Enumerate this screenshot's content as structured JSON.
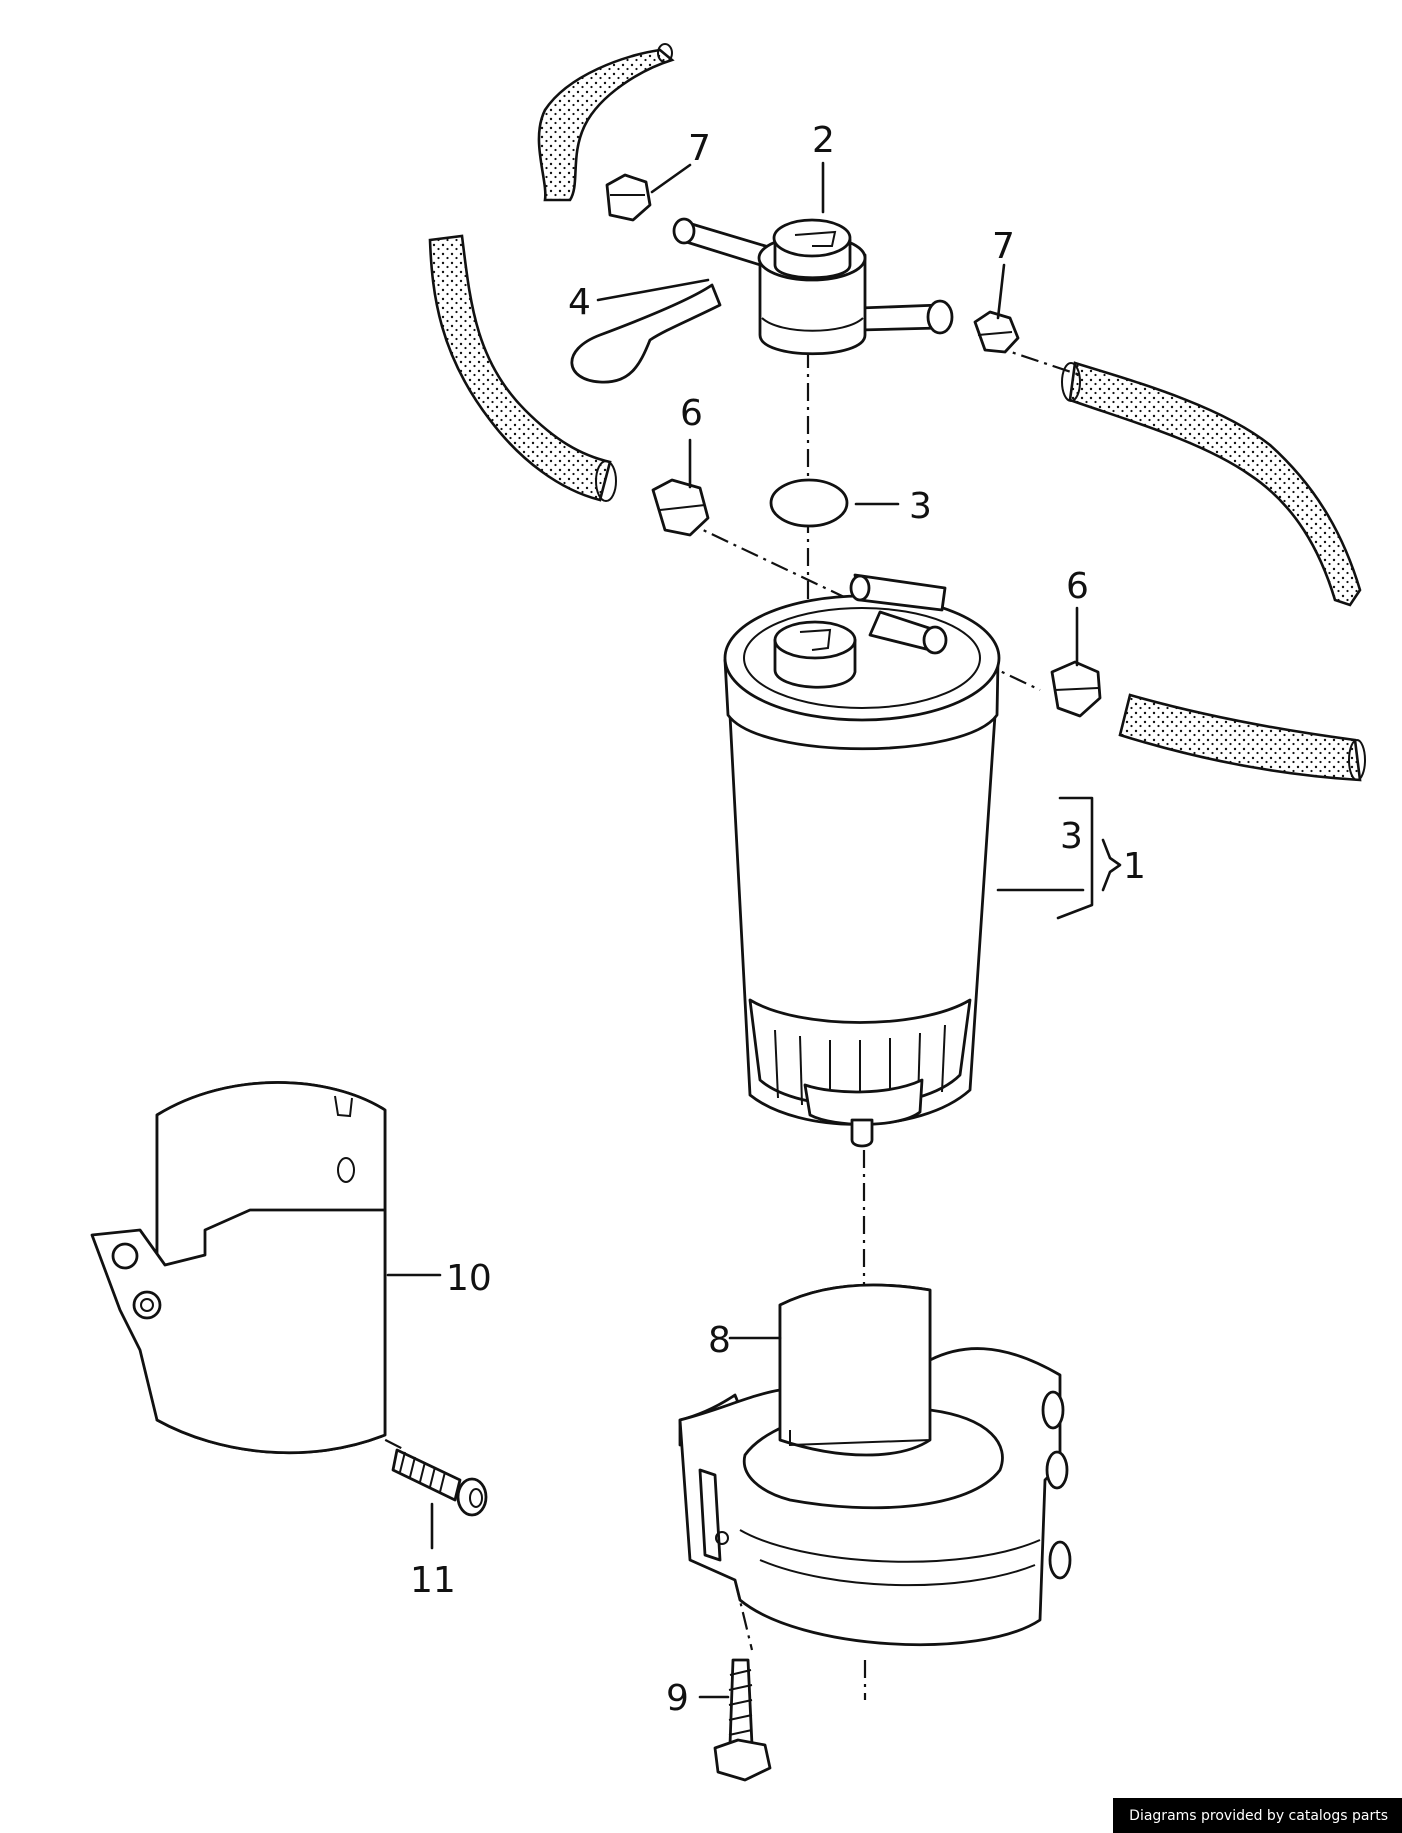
{
  "diagram": {
    "callouts": {
      "c1": "1",
      "c2": "2",
      "c3a": "3",
      "c3b": "3",
      "c4": "4",
      "c6a": "6",
      "c6b": "6",
      "c7a": "7",
      "c7b": "7",
      "c8": "8",
      "c9": "9",
      "c10": "10",
      "c11": "11"
    }
  },
  "footer": {
    "credit": "Diagrams provided by catalogs parts"
  }
}
